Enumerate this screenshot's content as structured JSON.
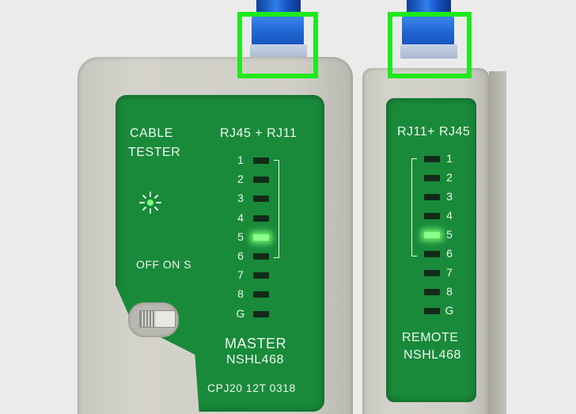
{
  "master": {
    "title_line1": "CABLE",
    "title_line2": "TESTER",
    "port_label": "RJ45 + RJ11",
    "power_label": "OFF ON S",
    "name": "MASTER",
    "model": "NSHL468",
    "code": "CPJ20 12T 0318",
    "leds": [
      {
        "label": "1",
        "on": false
      },
      {
        "label": "2",
        "on": false
      },
      {
        "label": "3",
        "on": false
      },
      {
        "label": "4",
        "on": false
      },
      {
        "label": "5",
        "on": true
      },
      {
        "label": "6",
        "on": false
      },
      {
        "label": "7",
        "on": false
      },
      {
        "label": "8",
        "on": false
      },
      {
        "label": "G",
        "on": false
      }
    ]
  },
  "remote": {
    "port_label": "RJ11+ RJ45",
    "name": "REMOTE",
    "model": "NSHL468",
    "leds": [
      {
        "label": "1",
        "on": false
      },
      {
        "label": "2",
        "on": false
      },
      {
        "label": "3",
        "on": false
      },
      {
        "label": "4",
        "on": false
      },
      {
        "label": "5",
        "on": true
      },
      {
        "label": "6",
        "on": false
      },
      {
        "label": "7",
        "on": false
      },
      {
        "label": "8",
        "on": false
      },
      {
        "label": "G",
        "on": false
      }
    ]
  },
  "colors": {
    "panel_green": "#198a3a",
    "highlight_green": "#1dea1d",
    "cable_blue": "#1f63d0",
    "housing_gray": "#d0cfc7"
  }
}
